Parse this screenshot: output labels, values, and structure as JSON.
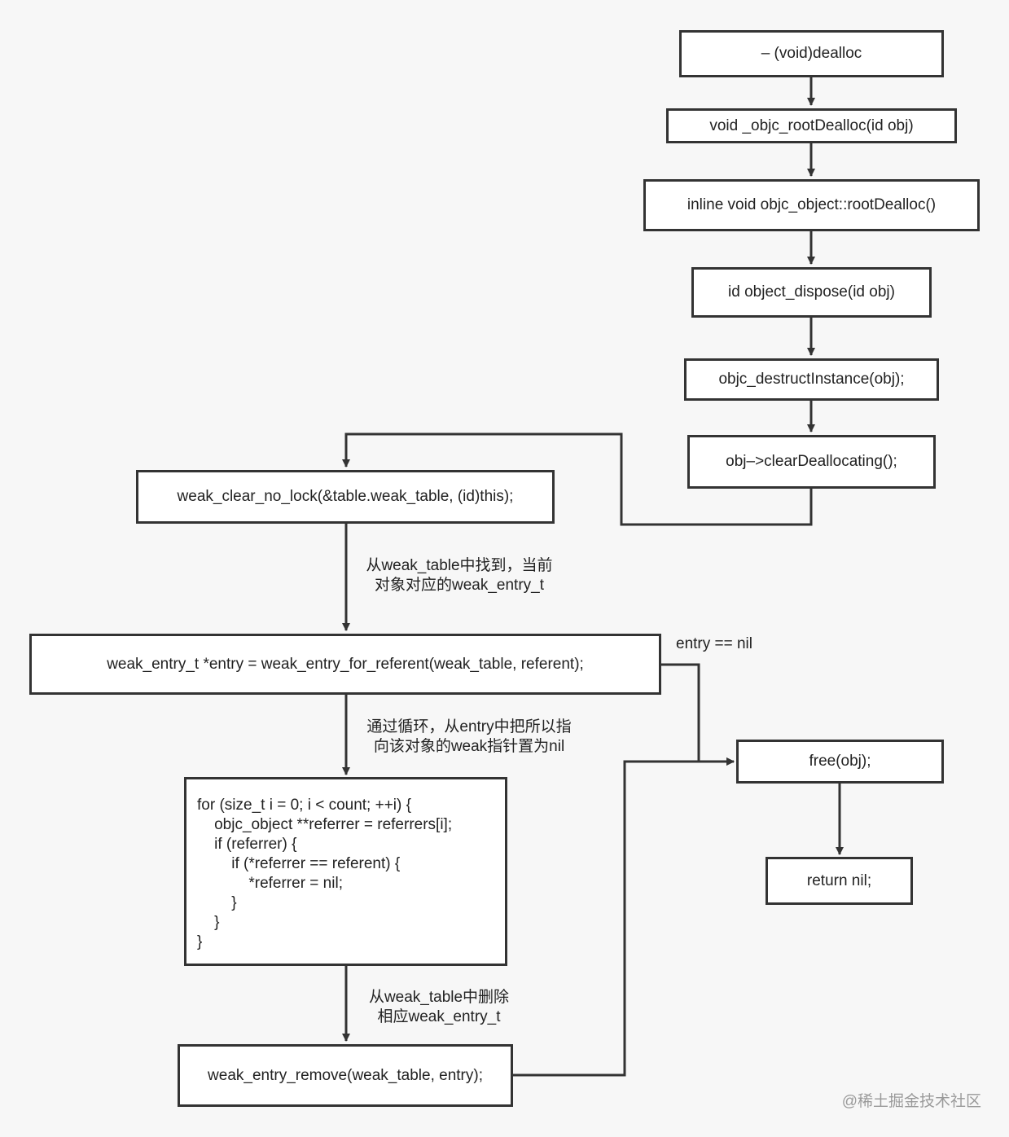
{
  "nodes": {
    "dealloc": "– (void)dealloc",
    "root_dealloc_fn": "void _objc_rootDealloc(id obj)",
    "root_dealloc_method": "inline void objc_object::rootDealloc()",
    "object_dispose": "id object_dispose(id obj)",
    "destruct_instance": "objc_destructInstance(obj);",
    "clear_deallocating": "obj–>clearDeallocating();",
    "weak_clear_no_lock": "weak_clear_no_lock(&table.weak_table, (id)this);",
    "weak_entry_for_referent": "weak_entry_t *entry = weak_entry_for_referent(weak_table, referent);",
    "loop_code": [
      "for (size_t i = 0; i < count; ++i) {",
      "    objc_object **referrer = referrers[i];",
      "    if (referrer) {",
      "        if (*referrer == referent) {",
      "            *referrer = nil;",
      "        }",
      "    }",
      "}"
    ],
    "weak_entry_remove": "weak_entry_remove(weak_table, entry);",
    "free": "free(obj);",
    "return_nil": "return nil;"
  },
  "edge_labels": {
    "find_entry": [
      "从weak_table中找到，当前",
      "对象对应的weak_entry_t"
    ],
    "loop_clear": [
      "通过循环，从entry中把所以指",
      "向该对象的weak指针置为nil"
    ],
    "remove_entry": [
      "从weak_table中删除",
      "相应weak_entry_t"
    ],
    "entry_nil": "entry == nil"
  },
  "watermark": "@稀土掘金技术社区",
  "colors": {
    "line": "#333333",
    "box_fill": "#ffffff",
    "background": "#f7f7f7"
  }
}
